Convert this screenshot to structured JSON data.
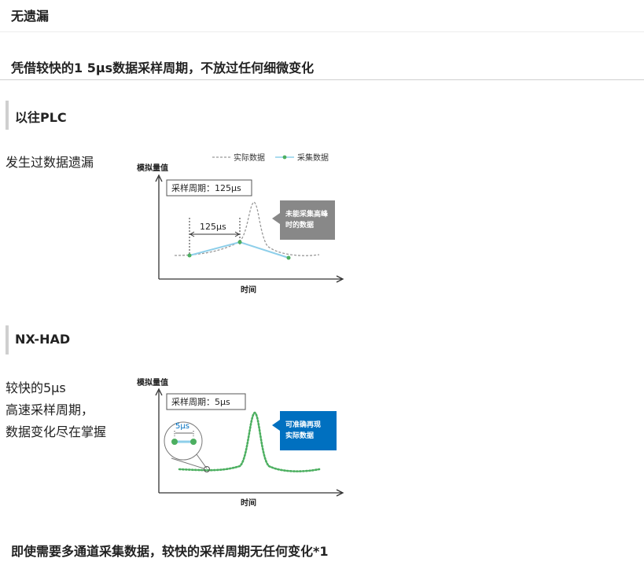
{
  "header": {
    "title": "无遗漏",
    "subtitle": "凭借较快的1 5μs数据采样周期，不放过任何细微变化"
  },
  "section_plc": {
    "title": "以往PLC",
    "description": "发生过数据遗漏"
  },
  "section_nxhad": {
    "title": "NX-HAD",
    "description_lines": [
      "较快的5μs",
      "高速采样周期，",
      "数据变化尽在掌握"
    ]
  },
  "footer": {
    "title": "即使需要多通道采集数据，较快的采样周期无任何变化*1"
  },
  "chart_data": [
    {
      "type": "line",
      "ylabel": "模拟量值",
      "xlabel": "时间",
      "legend": [
        {
          "name": "实际数据",
          "style": "dashed",
          "color": "#999999"
        },
        {
          "name": "采集数据",
          "style": "solid-marker",
          "color": "#8ecfea"
        }
      ],
      "legend_position": "top-right",
      "annotation_box": "采样周期：125μs",
      "interval_label": "125μs",
      "callout": "未能采集高峰\n时的数据",
      "callout_color": "#888888",
      "sampled_points": [
        [
          0,
          0
        ],
        [
          1,
          1
        ],
        [
          2,
          0
        ]
      ]
    },
    {
      "type": "line",
      "ylabel": "模拟量值",
      "xlabel": "时间",
      "annotation_box": "采样周期：5μs",
      "interval_label": "5μs",
      "callout": "可准确再现\n实际数据",
      "callout_color": "#0070c0",
      "series_color": "#4caf60"
    }
  ]
}
